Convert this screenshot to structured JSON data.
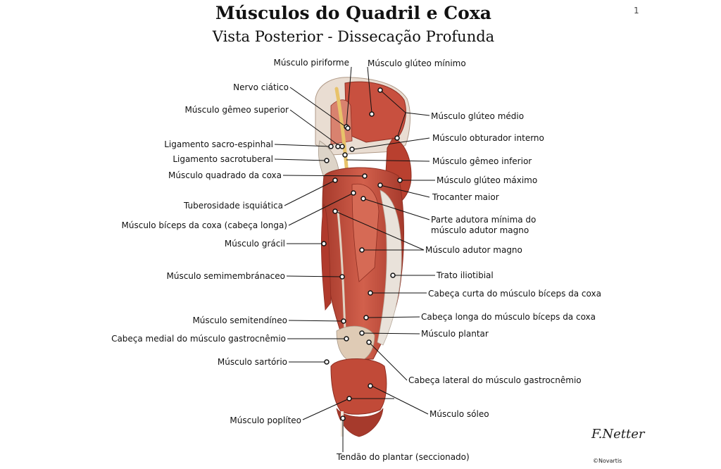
{
  "title": "Músculos do Quadril e Coxa",
  "subtitle": "Vista Posterior - Dissecação Profunda",
  "labels": {
    "piriforme": "Músculo piriforme",
    "gluteo_minimo": "Músculo glúteo mínimo",
    "nervo_ciatico": "Nervo ciático",
    "gluteo_medio": "Músculo glúteo médio",
    "gemeo_superior": "Músculo gêmeo superior",
    "obturador_interno": "Músculo obturador interno",
    "sacro_espinhal": "Ligamento sacro-espinhal",
    "sacrotuberal": "Ligamento sacrotuberal",
    "gemeo_inferior": "Músculo gêmeo inferior",
    "quadrado_coxa": "Músculo quadrado da coxa",
    "gluteo_maximo": "Músculo glúteo máximo",
    "trocanter_maior": "Trocanter maior",
    "tuberosidade": "Tuberosidade isquiática",
    "parte_adutora_1": "Parte adutora mínima do",
    "parte_adutora_2": "músculo adutor magno",
    "biceps_longa": "Músculo bíceps da coxa (cabeça longa)",
    "gracil": "Músculo grácil",
    "adutor_magno": "Músculo adutor magno",
    "semimembranaceo": "Músculo semimembránaceo",
    "trato_iliotibial": "Trato iliotibial",
    "cabeca_curta": "Cabeça curta do músculo bíceps da coxa",
    "semitendineo": "Músculo semitendíneo",
    "cabeca_longa": "Cabeça longa do músculo bíceps da coxa",
    "plantar": "Músculo plantar",
    "gastro_medial": "Cabeça medial do músculo gastrocnêmio",
    "sartorio": "Músculo sartório",
    "gastro_lateral": "Cabeça lateral do músculo gastrocnêmio",
    "soleo": "Músculo sóleo",
    "popliteo": "Músculo poplíteo",
    "tendao_plantar": "Tendão do plantar (seccionado)"
  },
  "signature": "F.Netter",
  "copyright": "©Novartis",
  "corner_mark": "1",
  "colors": {
    "muscle": "#c8503f",
    "muscle_dark": "#9e3428",
    "muscle_light": "#e07a68",
    "fascia": "#e9ddd2",
    "tendon": "#ddd4c8",
    "nerve": "#e8c36a",
    "leader": "#111111"
  }
}
